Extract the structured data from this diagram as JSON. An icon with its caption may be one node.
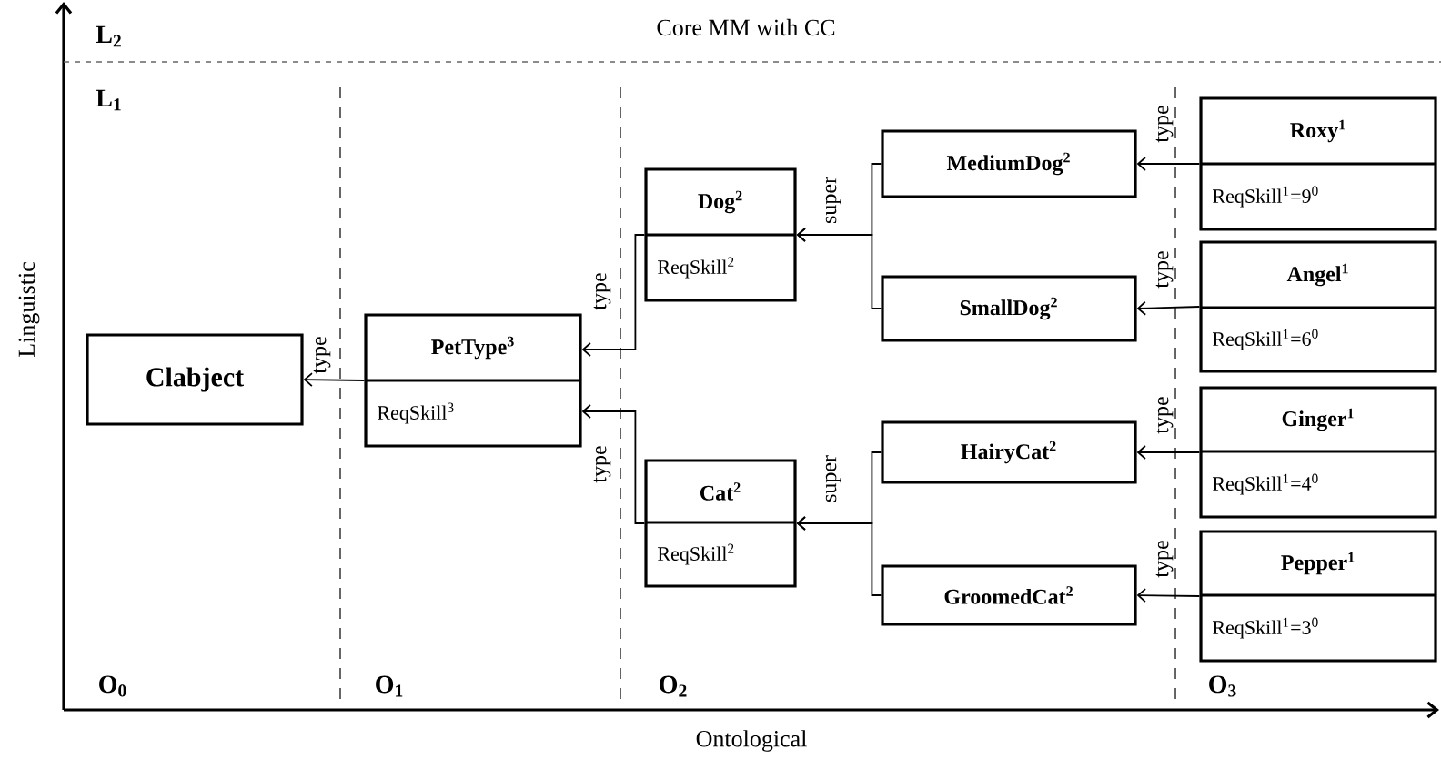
{
  "diagram": {
    "title": "Core MM with CC",
    "nodes": [
      {
        "text": [
          "Clabject"
        ]
      },
      {
        "text": [
          "PetType$^{3}$",
          "ReqSkill$^{3}$"
        ]
      },
      {
        "text": [
          "Dog$^{2}$",
          "ReqSkill$^{2}$"
        ]
      },
      {
        "text": [
          "Cat$^{2}$",
          "ReqSkill$^{2}$"
        ]
      },
      {
        "text": [
          "MediumDog$^{2}$"
        ]
      },
      {
        "text": [
          "SmallDog$^{2}$"
        ]
      },
      {
        "text": [
          "HairyCat$^{2}$"
        ]
      },
      {
        "text": [
          "GroomedCat$^{2}$"
        ]
      },
      {
        "text": [
          "Roxy$^{1}$",
          "ReqSkill$^{1}$=9$^{0}$"
        ]
      },
      {
        "text": [
          "Angel$^{1}$",
          "ReqSkill$^{1}$=6$^{0}$"
        ]
      },
      {
        "text": [
          "Ginger$^{1}$",
          "ReqSkill$^{1}$=4$^{0}$"
        ]
      },
      {
        "text": [
          "Pepper$^{1}$",
          "ReqSkill$^{1}$=3$^{0}$"
        ]
      }
    ],
    "edges": [
      {
        "from": 1,
        "to": 0,
        "arrow": "to",
        "label": "type"
      },
      {
        "from": 2,
        "to": 1,
        "arrow": "to",
        "label": "type"
      },
      {
        "from": 3,
        "to": 1,
        "arrow": "to",
        "label": "type"
      },
      {
        "from": 4,
        "to": 2,
        "arrow": "to",
        "label": "super"
      },
      {
        "from": 5,
        "to": 2,
        "arrow": "to"
      },
      {
        "from": 6,
        "to": 3,
        "arrow": "to",
        "label": "super"
      },
      {
        "from": 7,
        "to": 3,
        "arrow": "to"
      },
      {
        "from": 8,
        "to": 4,
        "arrow": "to",
        "label": "type"
      },
      {
        "from": 9,
        "to": 5,
        "arrow": "to",
        "label": "type"
      },
      {
        "from": 10,
        "to": 6,
        "arrow": "to",
        "label": "type"
      },
      {
        "from": 11,
        "to": 7,
        "arrow": "to",
        "label": "type"
      }
    ],
    "labels": [
      "L$_{2}$",
      "L$_{1}$",
      "O$_{0}$",
      "O$_{1}$",
      "O$_{2}$",
      "O$_{3}$",
      "Linguistic",
      "Ontological"
    ]
  }
}
